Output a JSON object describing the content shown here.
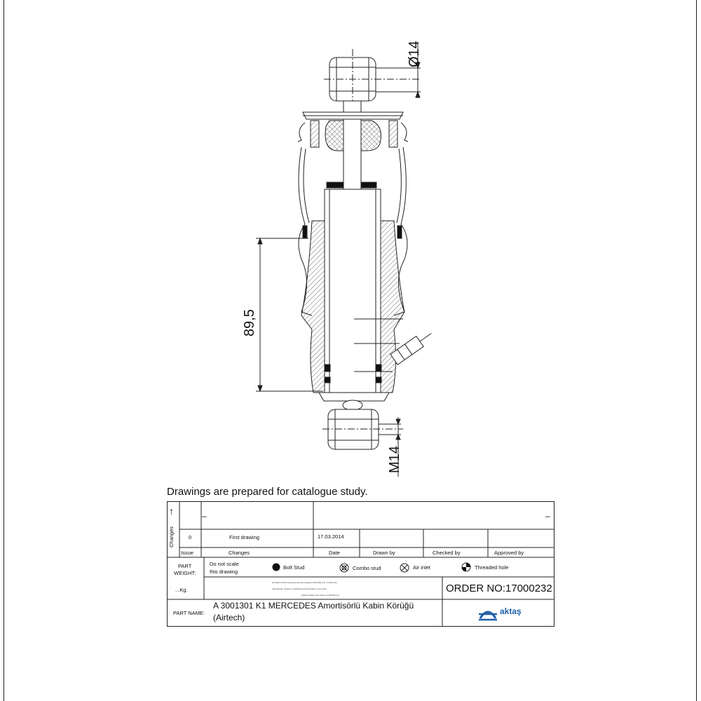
{
  "dimensions": {
    "eye_diameter": "Ø14",
    "stroke_length": "89,5",
    "thread": "M14"
  },
  "caption": "Drawings are  prepared for  catalogue study.",
  "title_block": {
    "changes_vertical_label": "Changes",
    "arrow_glyph": "↑",
    "dash_left": "–",
    "dash_right": "–",
    "revision_row": {
      "issue": "0",
      "changes": "First drawing",
      "date": "17.03.2014"
    },
    "header_row": {
      "issue": "Issue",
      "changes": "Changes",
      "date": "Date",
      "drawn_by": "Drawn by",
      "checked_by": "Checked by",
      "approved_by": "Approved by"
    },
    "part_weight_label": "PART\nWEIGHT:",
    "weight_value": "...Kg.",
    "scale_note": "Do not scale\nthis drawing",
    "legend": [
      {
        "icon": "bolt-stud-icon",
        "label": "Bolt Stud"
      },
      {
        "icon": "combo-stud-icon",
        "label": "Combo stud"
      },
      {
        "icon": "air-inlet-icon",
        "label": "Air inlet"
      },
      {
        "icon": "threaded-hole-icon",
        "label": "Threaded hole"
      }
    ],
    "copyright_lines": [
      "All rights of this document are the property of AKTAŞ A.Ş. It cannot be",
      "reproduced, copied or disclosed to third parties in any form",
      "without written permission of AKTAŞ A.Ş."
    ],
    "order_no": "ORDER NO:17000232",
    "part_name_label": "PART NAME:",
    "part_name_line1": "A 3001301 K1 MERCEDES Amortisörlü Kabin Körüğü",
    "part_name_line2": "(Airtech)",
    "logo_text": "aktaş",
    "colors": {
      "logo": "#1f5fa8",
      "line": "#222222"
    }
  }
}
